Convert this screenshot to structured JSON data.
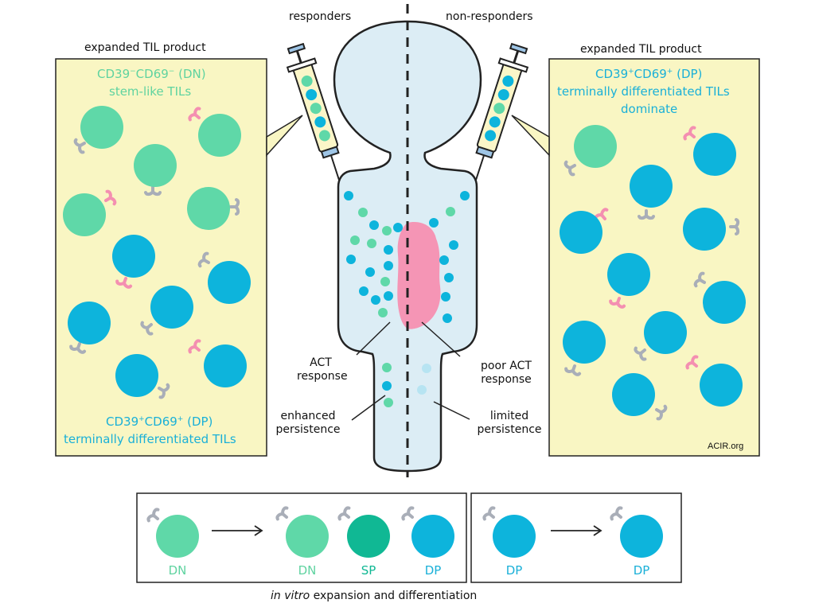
{
  "header": {
    "responders": "responders",
    "non_responders": "non-responders"
  },
  "left_panel": {
    "title": "expanded TIL product",
    "top_line1": "CD39⁻ CD69⁻ (DN)",
    "top_line2": "stem-like TILs",
    "bottom_line1": "CD39⁺CD69⁺ (DP)",
    "bottom_line2": "terminally differentiated TILs"
  },
  "right_panel": {
    "title": "expanded TIL product",
    "line1": "CD39⁺CD69⁺ (DP)",
    "line2": "terminally differentiated TILs",
    "line3": "dominate",
    "credit": "ACIR.org"
  },
  "body_labels": {
    "act_response": "ACT\nresponse",
    "act_line1": "ACT",
    "act_line2": "response",
    "poor_line1": "poor ACT",
    "poor_line2": "response",
    "enhanced_line1": "enhanced",
    "enhanced_line2": "persistence",
    "limited_line1": "limited",
    "limited_line2": "persistence"
  },
  "legend": {
    "dn1": "DN",
    "dn2": "DN",
    "sp": "SP",
    "dp1": "DP",
    "dp2": "DP",
    "dp3": "DP",
    "caption_italic": "in vitro",
    "caption_rest": " expansion and differentiation"
  },
  "colors": {
    "dn": "#5fd8a8",
    "sp": "#10b894",
    "dp": "#0db4dc",
    "receptor_gray": "#a9aeb8",
    "receptor_pink": "#f48fb1",
    "panel_fill": "#f9f6c3",
    "body_fill": "#dcedf5",
    "tumor": "#f595b5"
  }
}
